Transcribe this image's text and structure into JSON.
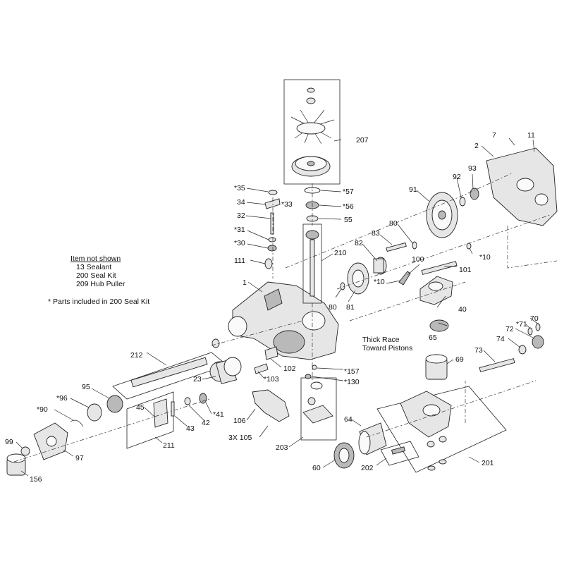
{
  "notes": {
    "item_not_shown_heading": "Item not shown",
    "item_not_shown": [
      "13 Sealant",
      "200 Seal Kit",
      "209 Hub Puller"
    ],
    "parts_note": "* Parts included in 200 Seal Kit",
    "thick_race_line1": "Thick Race",
    "thick_race_line2": "Toward Pistons"
  },
  "callouts": {
    "c7": "7",
    "c11": "11",
    "c2": "2",
    "c207": "207",
    "c93": "93",
    "c92": "92",
    "c91": "91",
    "c35": "*35",
    "c57": "*57",
    "c34": "34",
    "c33": "*33",
    "c56": "*56",
    "c32": "32",
    "c55": "55",
    "c80a": "80",
    "c83": "83",
    "c31": "*31",
    "c30": "*30",
    "c82": "82",
    "c10a": "*10",
    "c210": "210",
    "c111": "111",
    "c100": "100",
    "c101": "101",
    "c1": "1",
    "c10b": "*10",
    "c80b": "80",
    "c81": "81",
    "c40": "40",
    "c70": "70",
    "c71": "*71",
    "c72": "72",
    "c65": "65",
    "c74": "74",
    "c212": "212",
    "c73": "73",
    "c102": "102",
    "c157": "*157",
    "c69": "69",
    "c130": "*130",
    "c23": "23",
    "c103": "*103",
    "c95": "95",
    "c96": "*96",
    "c45": "45",
    "c90": "*90",
    "c41": "*41",
    "c42": "42",
    "c43": "43",
    "c106": "106",
    "c64": "64",
    "c99": "99",
    "c97": "97",
    "c211": "211",
    "c3x105": "3X 105",
    "c203": "203",
    "c201": "201",
    "c202": "202",
    "c60": "60",
    "c156": "156"
  }
}
